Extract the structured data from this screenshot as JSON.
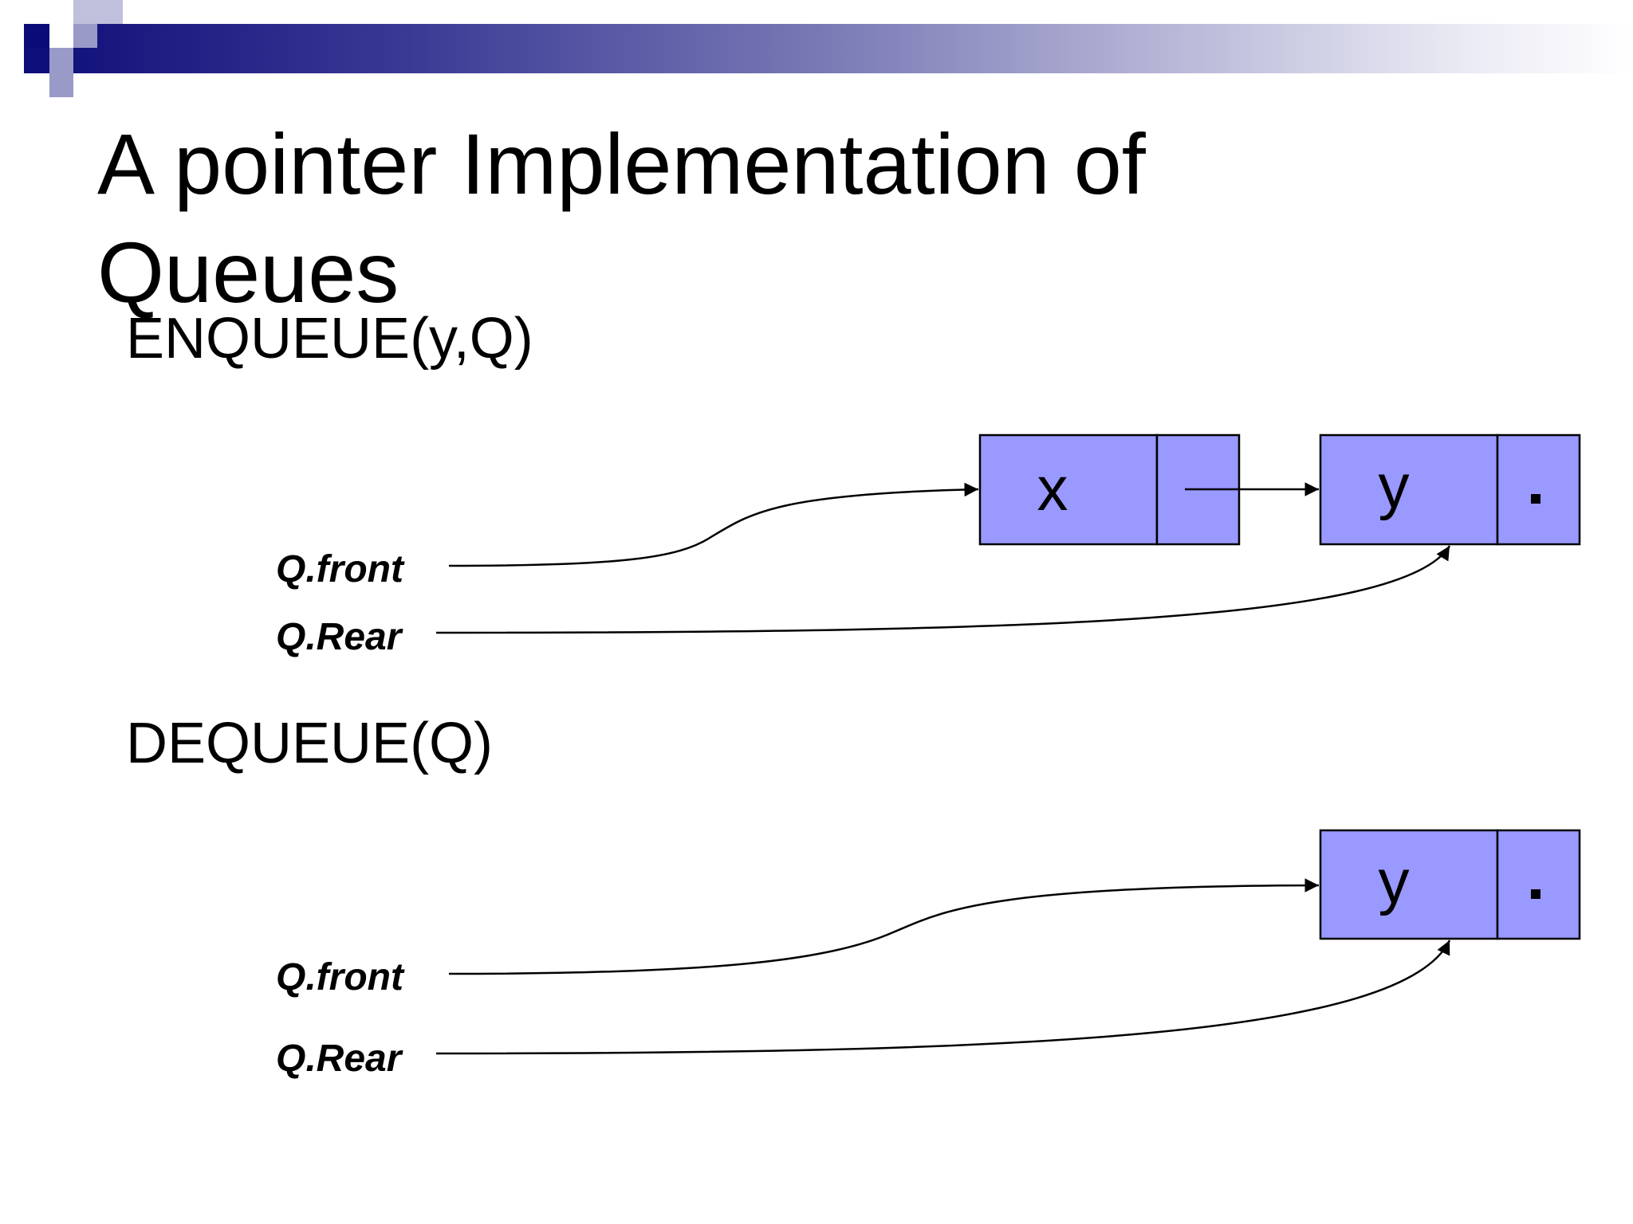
{
  "slide": {
    "title": "A pointer Implementation of Queues",
    "colors": {
      "header_dark": "#0a0a78",
      "node_fill": "#9999ff",
      "text": "#000000"
    }
  },
  "sections": [
    {
      "heading": "ENQUEUE(y,Q)",
      "nodes": [
        {
          "value": "x",
          "next": "y"
        },
        {
          "value": "y",
          "next": "null"
        }
      ],
      "pointers": [
        {
          "label": "Q.front",
          "points_to": "x"
        },
        {
          "label": "Q.Rear",
          "points_to": "y"
        }
      ]
    },
    {
      "heading": "DEQUEUE(Q)",
      "nodes": [
        {
          "value": "y",
          "next": "null"
        }
      ],
      "pointers": [
        {
          "label": "Q.front",
          "points_to": "y"
        },
        {
          "label": "Q.Rear",
          "points_to": "y"
        }
      ]
    }
  ]
}
